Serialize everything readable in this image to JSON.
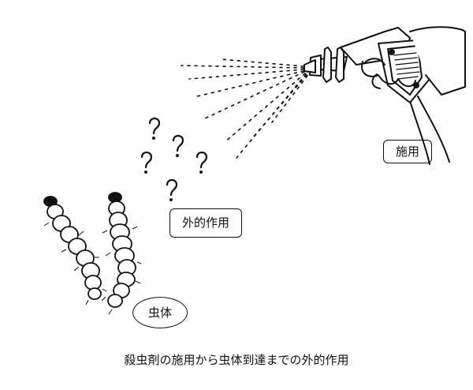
{
  "labels": {
    "application": "施用",
    "external_action": "外的作用",
    "insect_body": "虫体"
  },
  "caption": "殺虫剤の施用から虫体到達までの外的作用"
}
